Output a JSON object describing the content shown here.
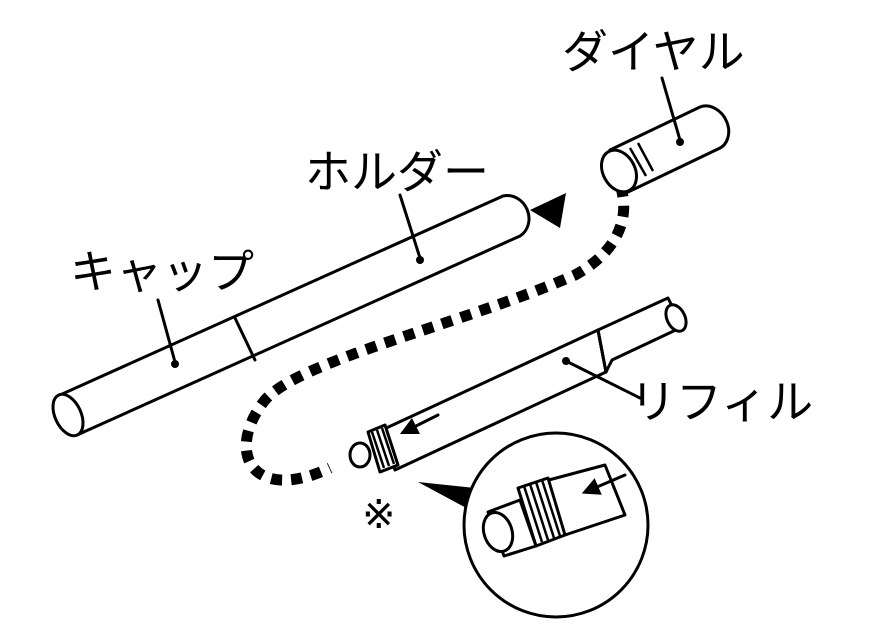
{
  "labels": {
    "dial": "ダイヤル",
    "holder": "ホルダー",
    "cap": "キャップ",
    "refill": "リフィル",
    "note_mark": "※"
  }
}
